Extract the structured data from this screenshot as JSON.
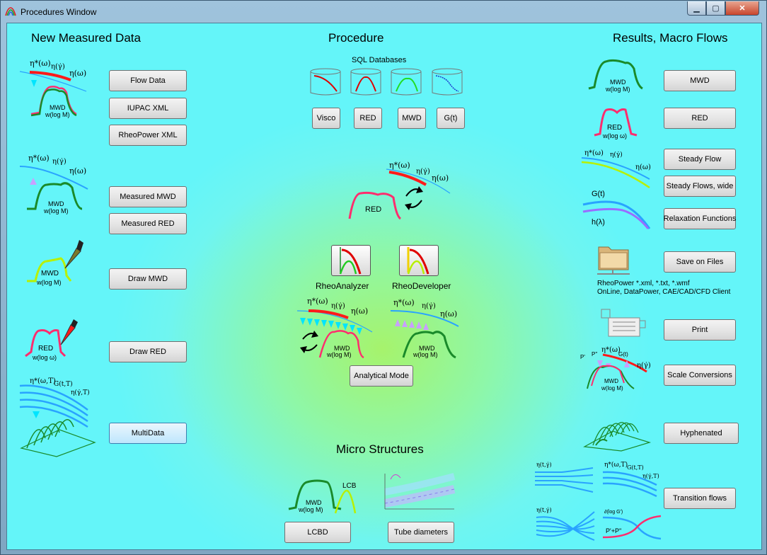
{
  "window": {
    "title": "Procedures Window",
    "min": "▁",
    "max": "▢",
    "close": "✕"
  },
  "left": {
    "header": "New Measured Data",
    "buttons": {
      "flow": "Flow Data",
      "iupac": "IUPAC XML",
      "rheopower": "RheoPower XML",
      "mmwd": "Measured MWD",
      "mred": "Measured RED",
      "draw_mwd": "Draw MWD",
      "draw_red": "Draw RED",
      "multi": "MultiData"
    }
  },
  "center": {
    "header": "Procedure",
    "sql_label": "SQL Databases",
    "db_buttons": {
      "visco": "Visco",
      "red": "RED",
      "mwd": "MWD",
      "gt": "G(t)"
    },
    "analyzer": "RheoAnalyzer",
    "developer": "RheoDeveloper",
    "analytical": "Analytical Mode",
    "micro_header": "Micro Structures",
    "lcbd": "LCBD",
    "tube": "Tube diameters"
  },
  "right": {
    "header": "Results, Macro Flows",
    "buttons": {
      "mwd": "MWD",
      "red": "RED",
      "steady": "Steady Flow",
      "steady_wide": "Steady Flows, wide",
      "relax": "Relaxation Functions",
      "save": "Save on Files",
      "print": "Print",
      "scale": "Scale Conversions",
      "hyphenated": "Hyphenated",
      "transition": "Transition flows"
    },
    "save_info_1": "RheoPower *.xml, *.txt, *.wmf",
    "save_info_2": "OnLine, DataPower,  CAE/CAD/CFD Client"
  },
  "icon_labels": {
    "eta_star": "η*(ω)",
    "eta_dot": "η(γ̇)",
    "eta_w": "η(ω)",
    "eta_wT": "η*(ω,T)",
    "mwd": "MWD",
    "wlogm": "w(log M)",
    "red": "RED",
    "wlogw": "w(log ω)",
    "gt": "G(t)",
    "hl": "h(λ)",
    "gtT": "G(t,T)",
    "etaT": "η(γ̇,T)",
    "lcb": "LCB",
    "pp": "P'+P''",
    "dlog": "∂(log G')",
    "p1": "P'",
    "p2": "P''",
    "eta_t": "η(t,γ̇)"
  },
  "colors": {
    "red": "#ff1a1a",
    "green": "#1a8a2a",
    "blue": "#29a3ff",
    "cyan": "#00e5ff",
    "lime": "#b8f000",
    "pink": "#ff2d6e",
    "violet": "#b08cff"
  }
}
